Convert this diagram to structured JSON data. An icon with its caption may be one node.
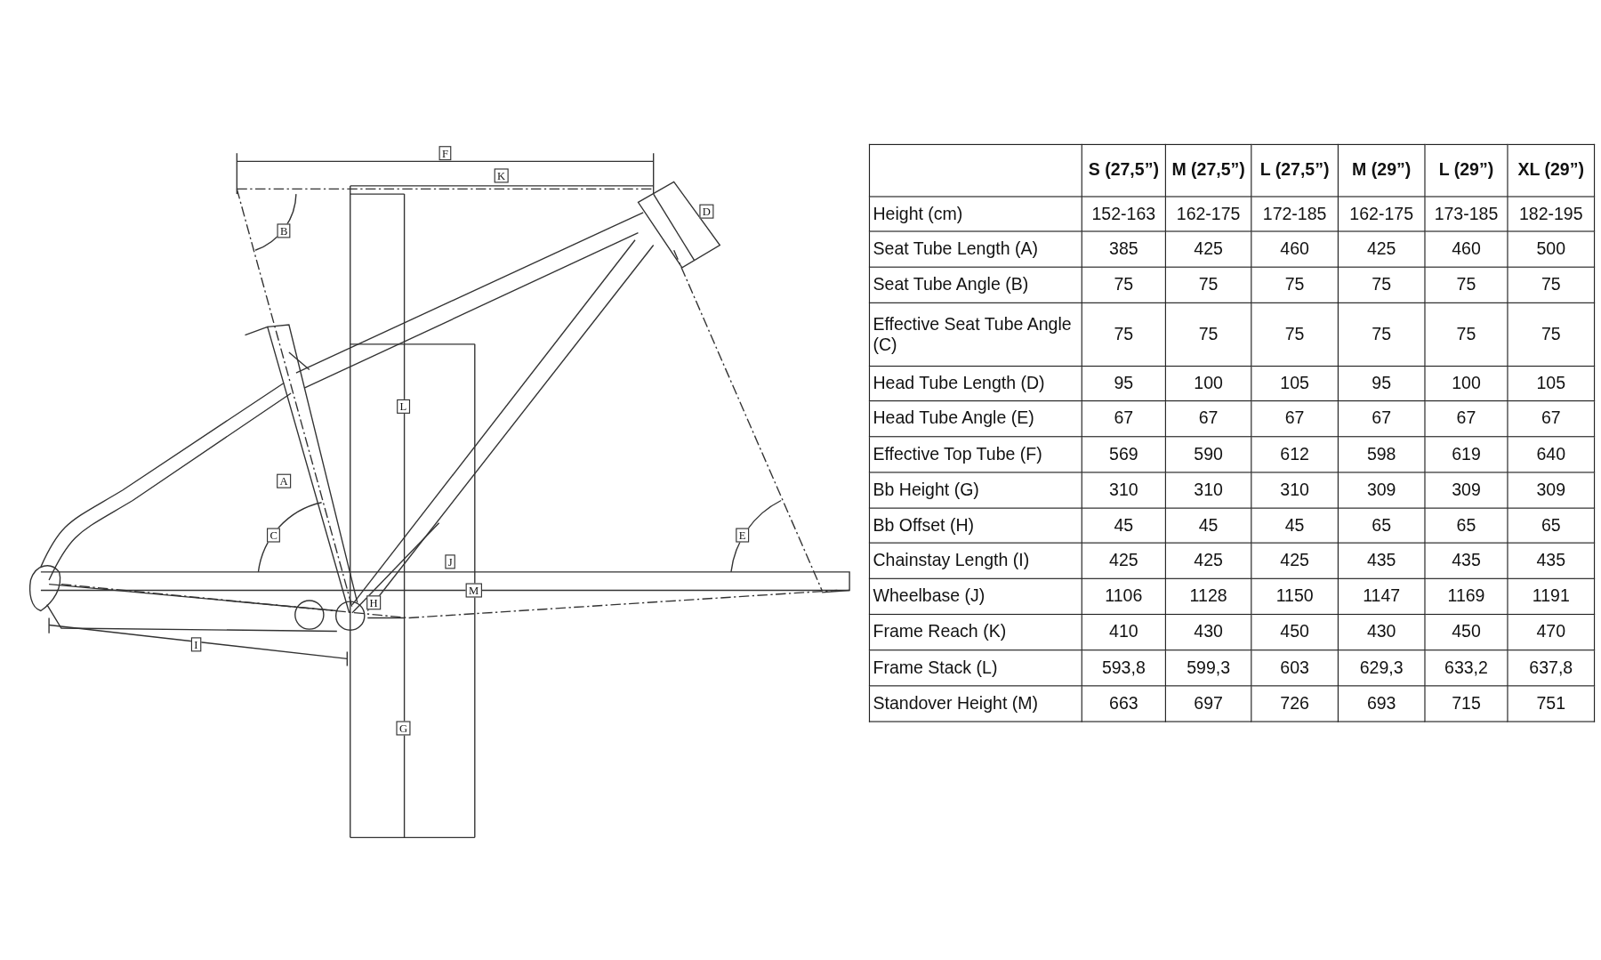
{
  "diagram": {
    "labels": [
      "F",
      "K",
      "D",
      "B",
      "L",
      "A",
      "C",
      "E",
      "J",
      "M",
      "H",
      "I",
      "G",
      "S (27,5”)",
      "M (27,5”)",
      "L (27,5”)",
      "M (29”)",
      "L (29”)",
      "XL (29”)",
      "Height (cm)",
      "152-163",
      "162-175",
      "172-185",
      "162-175",
      "173-185",
      "182-195",
      "Seat Tube Length (A)",
      "385",
      "425",
      "460",
      "425",
      "460",
      "500",
      "Seat Tube Angle (B)",
      "75",
      "75",
      "75",
      "75",
      "75",
      "75",
      "Effective Seat Tube Angle (C)",
      "75",
      "75",
      "75",
      "75",
      "75",
      "75",
      "Head Tube Length (D)",
      "95",
      "100",
      "105",
      "95",
      "100",
      "105",
      "Head Tube Angle (E)",
      "67",
      "67",
      "67",
      "67",
      "67",
      "67",
      "Effective Top Tube (F)",
      "569",
      "590",
      "612",
      "598",
      "619",
      "640",
      "Bb Height (G)",
      "310",
      "310",
      "310",
      "309",
      "309",
      "309",
      "Bb Offset (H)",
      "45",
      "45",
      "45",
      "65",
      "65",
      "65",
      "Chainstay Length (I)",
      "425",
      "425",
      "425",
      "435",
      "435",
      "435",
      "Wheelbase (J)",
      "1106",
      "1128",
      "1150",
      "1147",
      "1169",
      "1191",
      "Frame Reach (K)",
      "410",
      "430",
      "450",
      "430",
      "450",
      "470",
      "Frame Stack (L)",
      "593,8",
      "599,3",
      "603",
      "629,3",
      "633,2",
      "637,8",
      "Standover Height (M)",
      "663",
      "697",
      "726",
      "693",
      "715",
      "751"
    ]
  }
}
